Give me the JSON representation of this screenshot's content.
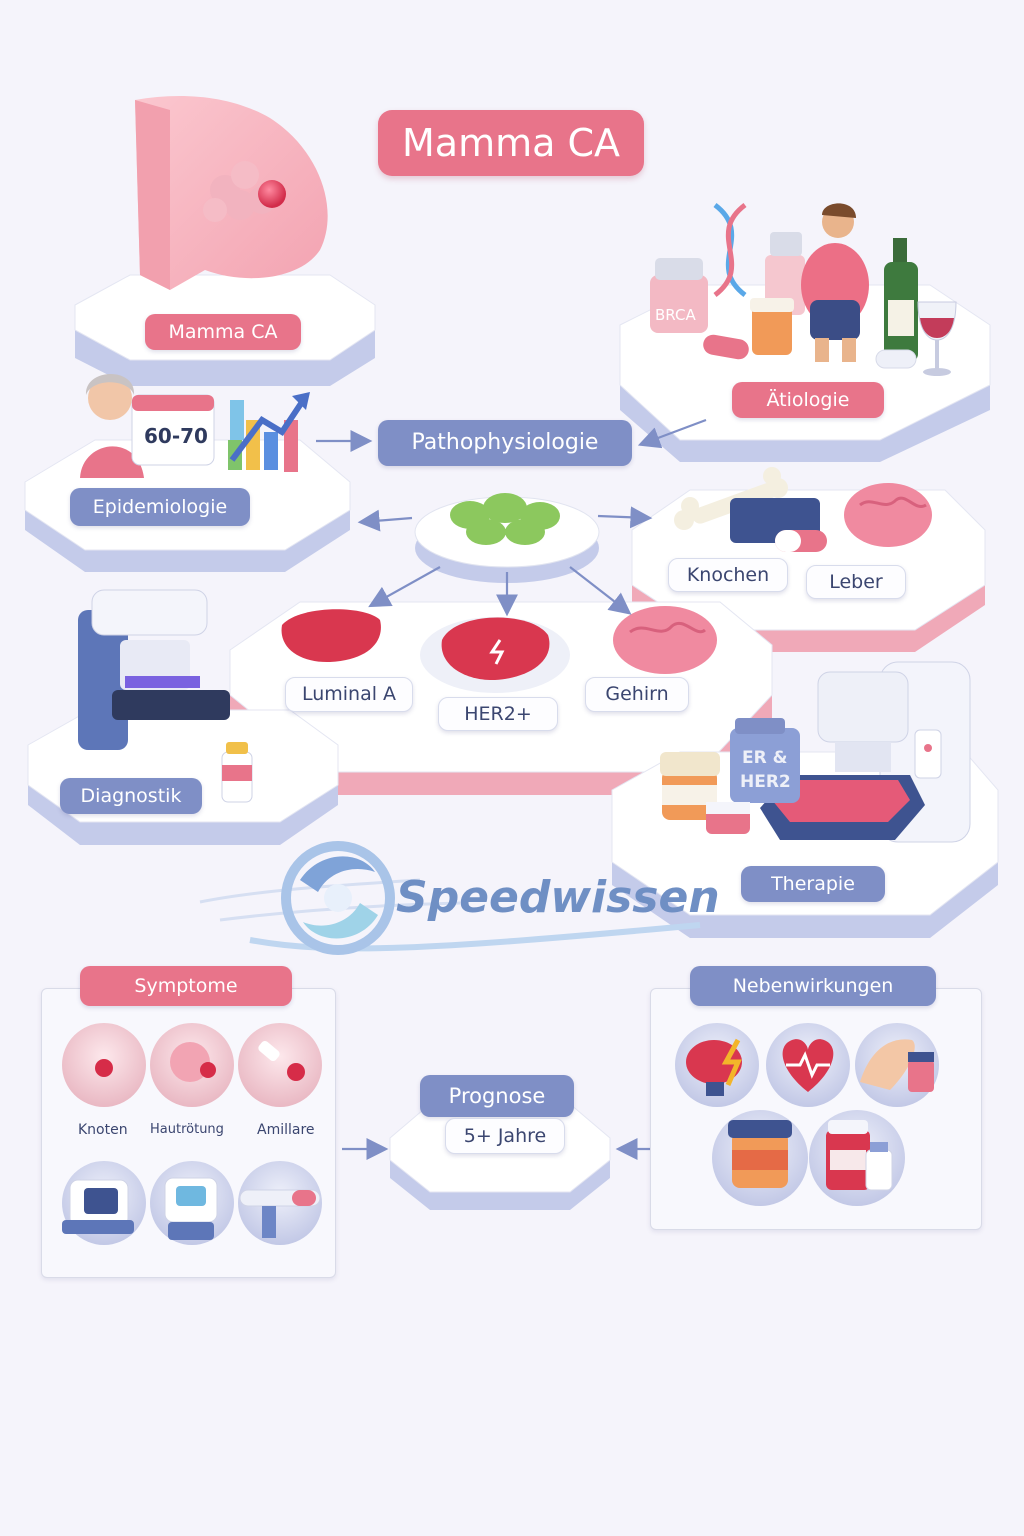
{
  "title": "Mamma CA",
  "nodes": {
    "mamma_ca": "Mamma CA",
    "aetiologie": "Ätiologie",
    "epidemiologie": "Epidemiologie",
    "pathophysiologie": "Pathophysiologie",
    "knochen": "Knochen",
    "leber": "Leber",
    "luminal_a": "Luminal A",
    "her2": "HER2+",
    "gehirn": "Gehirn",
    "diagnostik": "Diagnostik",
    "therapie": "Therapie",
    "symptome": "Symptome",
    "prognose": "Prognose",
    "prognose_value": "5+ Jahre",
    "nebenwirkungen": "Nebenwirkungen"
  },
  "icon_texts": {
    "age_range": "60-70",
    "brca": "BRCA",
    "er_her2_line1": "ER &",
    "er_her2_line2": "HER2"
  },
  "symptoms": [
    "Knoten",
    "Hautrötung",
    "Amillare"
  ],
  "logo": "Speedwissen",
  "colors": {
    "pink": "#e8748a",
    "blue": "#7f8fc6",
    "platform": "#ffffff",
    "platform_side_blue": "#c4cbea",
    "platform_side_pink": "#f0a9b8"
  }
}
